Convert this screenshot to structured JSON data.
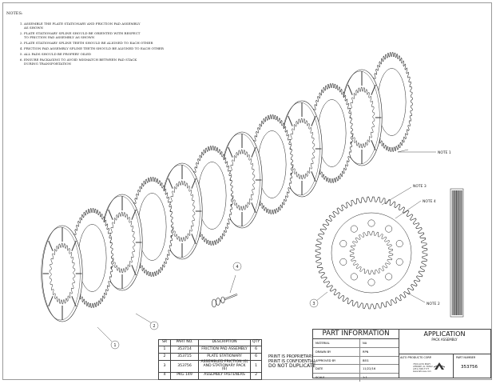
{
  "notes": {
    "heading": "NOTES:",
    "items": [
      "ASSEMBLE THE PLATE STATIONARY AND FRICTION PAD ASSEMBLY\nAS SHOWN",
      "PLATE STATIONARY SPLINE SHOULD BE ORIENTED WITH RESPECT\nTO FRICTION PAD ASSEMBLY AS SHOWN",
      "PLATE STATIONARY SPLINE TEETH SHOULD BE ALIGNED TO EACH OTHER",
      "FRICTION PAD ASSEMBLY SPLINE TEETH SHOULD BE ALIGNED TO EACH OTHER",
      "ALL PADS SHOULD BE PROPERY OILED",
      "ENSURE PACKAGING TO AVOID MISMATCH BETWEEN PAD STACK\nDURING TRANSPORTATION"
    ]
  },
  "callouts": {
    "note1": "NOTE 1",
    "note2": "NOTE 2",
    "note3": "NOTE 3",
    "note4": "NOTE 4",
    "balloon1": "1",
    "balloon2": "2",
    "balloon3": "3",
    "balloon4": "4"
  },
  "bom": {
    "headers": [
      "SR",
      "PART NO.",
      "DESCRIPTION",
      "QTY"
    ],
    "rows": [
      [
        "1",
        "353714",
        "FRICTION PAD ASSEMBLY",
        "6"
      ],
      [
        "2",
        "353715",
        "PLATE STATIONARY",
        "6"
      ],
      [
        "3",
        "353756",
        "ASSEMBLED FRICTION (6) AND STATIONARY PACK (6)",
        "1"
      ],
      [
        "4",
        "PKG 149",
        "ASSEMBLY FASTENERS",
        "2"
      ]
    ]
  },
  "proprietary": {
    "line1": "PRINT IS PROPRIETARY",
    "line2": "PRINT IS CONFIDENTIAL",
    "line3": "DO NOT DUPLICATE"
  },
  "title_block": {
    "heading": "PART INFORMATION",
    "rows": [
      {
        "label": "MATERIAL",
        "value": "NA"
      },
      {
        "label": "DRAWN BY",
        "value": "RPN"
      },
      {
        "label": "APPROVED BY",
        "value": "BEG"
      },
      {
        "label": "DATE",
        "value": "11/22/16"
      },
      {
        "label": "SCALE",
        "value": "1:1"
      }
    ],
    "application": "APPLICATION",
    "application_sub": "PACK ASSEMBLY",
    "company": "ALTO PRODUCTS CORP.",
    "address": "7500 ALTO PKWY\nATMORE, AL 36502\n(251) 368-7777\nwww.altousa.com",
    "part_number_label": "PART NUMBER",
    "part_number": "353756"
  },
  "colors": {
    "line": "#222222",
    "frame": "#9a9a9a"
  }
}
